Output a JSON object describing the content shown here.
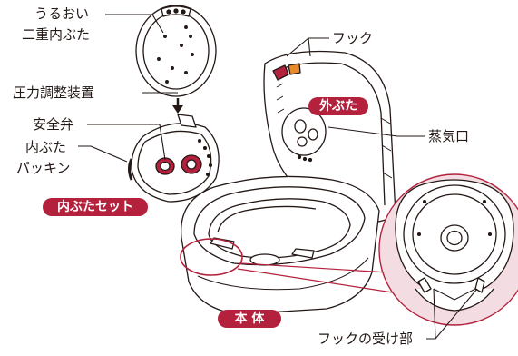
{
  "labels": {
    "uruoi": "うるおい",
    "nijuu": "二重内ぶた",
    "hook": "フック",
    "pressure": "圧力調整装置",
    "safety": "安全弁",
    "inner_lid": "内ぶた",
    "packing": "パッキン",
    "steam": "蒸気口",
    "hook_receiver": "フックの受け部"
  },
  "badges": {
    "outer_lid": "外ぶた",
    "inner_set": "内ぶたセット",
    "body": "本 体"
  },
  "colors": {
    "accent": "#b3213d",
    "line": "#231815",
    "accent_fill": "#f3dde2",
    "orange": "#e8892a"
  }
}
